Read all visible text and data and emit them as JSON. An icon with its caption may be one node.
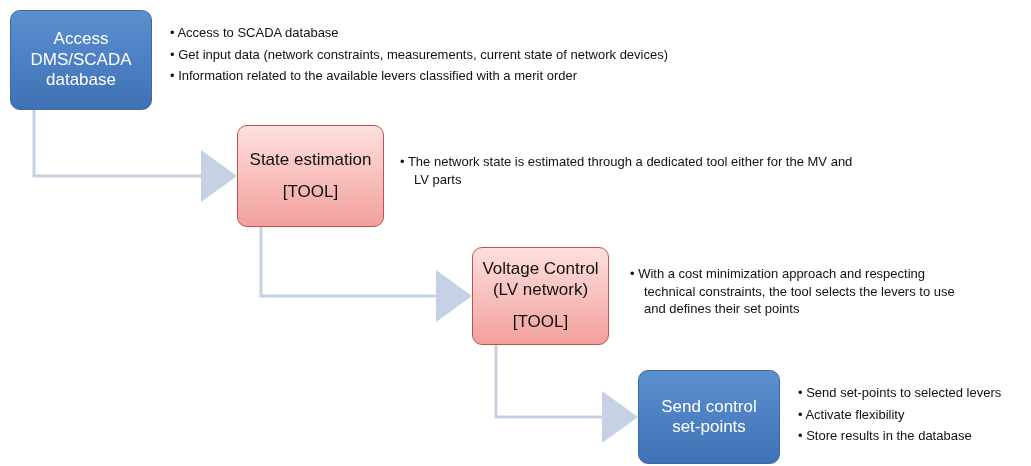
{
  "diagram": {
    "nodes": [
      {
        "text": [
          "Access DMS/SCADA database"
        ],
        "beside": [
          "• Access to SCADA database",
          "• Get input data (network constraints, measurements, current state of network devices)",
          "• Information related to the available levers classified with a merit order"
        ]
      },
      {
        "text": [
          "State estimation",
          "[TOOL]"
        ],
        "beside": [
          "• The network state is estimated through a dedicated tool either for the MV and LV parts"
        ]
      },
      {
        "text": [
          "Voltage Control (LV network)",
          "[TOOL]"
        ],
        "beside": [
          "• With a cost minimization approach and respecting technical constraints, the tool selects the levers to use and defines their set points"
        ]
      },
      {
        "text": [
          "Send control set-points"
        ],
        "beside": [
          "• Send set-points to selected levers",
          "• Activate flexibility",
          "• Store results in the database"
        ]
      }
    ],
    "edges": [
      {
        "from": 0,
        "to": 1,
        "arrow": "to"
      },
      {
        "from": 1,
        "to": 2,
        "arrow": "to"
      },
      {
        "from": 2,
        "to": 3,
        "arrow": "to"
      }
    ]
  }
}
